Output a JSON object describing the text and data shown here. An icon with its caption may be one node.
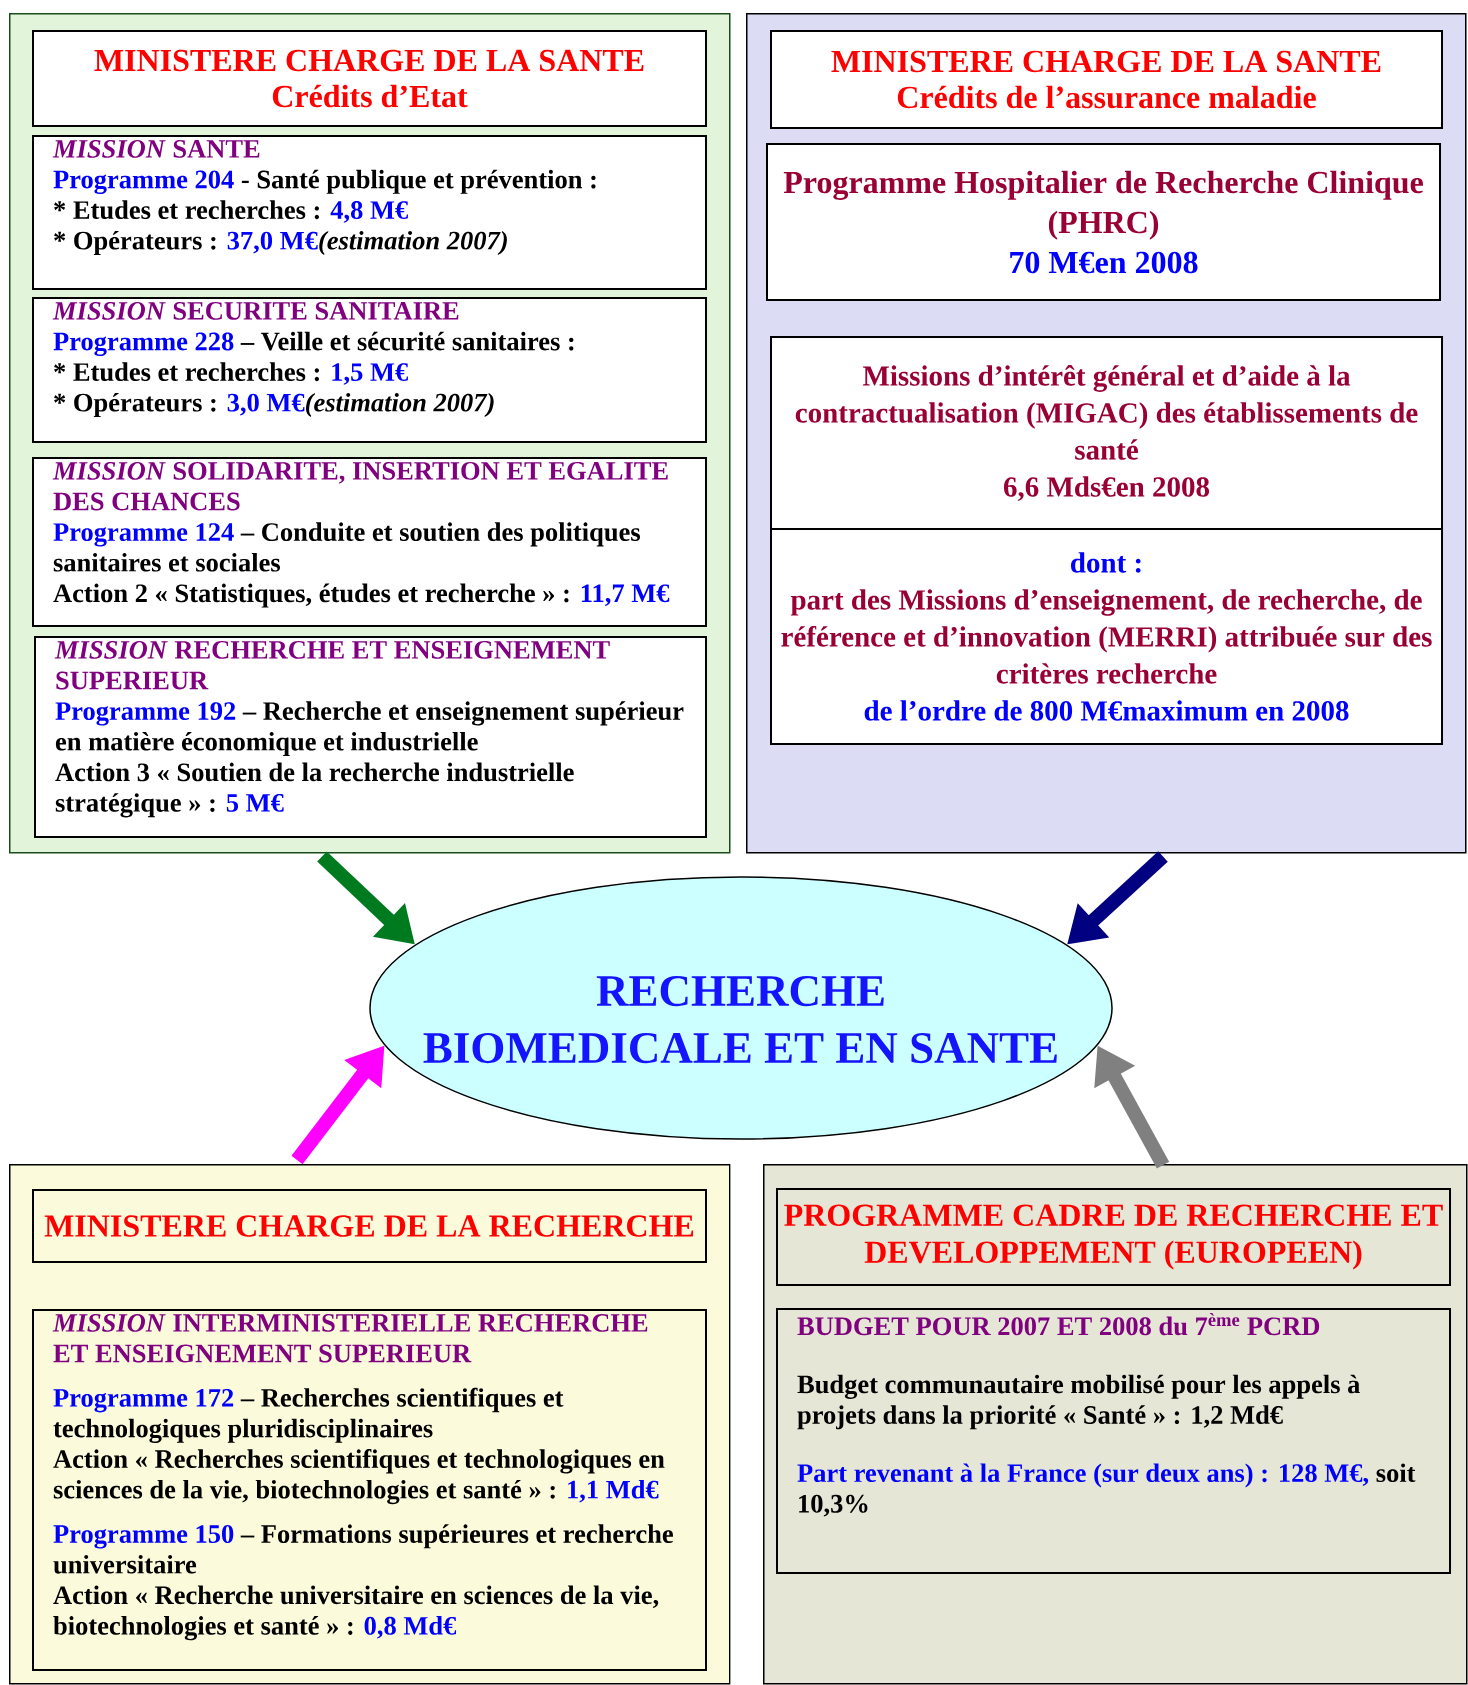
{
  "diagram": {
    "nodes": [
      {
        "text": [],
        "shape": "box"
      },
      {
        "text": [
          "MINISTERE CHARGE DE LA SANTE",
          "Crédits d’Etat"
        ],
        "in": 0
      },
      {
        "text": [
          "*MISSION* SANTE",
          "Programme 204",
          "- Santé publique et prévention :",
          "* Etudes et recherches :",
          "4,8 M€",
          "* Opérateurs :",
          "37,0 M€",
          "(estimation 2007)"
        ],
        "in": 0
      },
      {
        "text": [
          "*MISSION* SECURITE SANITAIRE",
          "Programme 228",
          "– Veille et sécurité sanitaires :",
          "* Etudes et recherches :",
          "1,5 M€",
          "* Opérateurs :",
          "3,0 M€",
          "(estimation 2007)"
        ],
        "in": 0
      },
      {
        "text": [
          "*MISSION* SOLIDARITE, INSERTION ET EGALITE DES CHANCES",
          "Programme 124",
          "– Conduite et soutien des politiques sanitaires et sociales",
          "Action 2 « Statistiques, études et recherche » :",
          "11,7 M€"
        ],
        "in": 0
      },
      {
        "text": [
          "*MISSION* RECHERCHE ET ENSEIGNEMENT SUPERIEUR",
          "Programme 192",
          "– Recherche et enseignement supérieur en matière économique et industrielle",
          "Action 3 « Soutien de la recherche industrielle stratégique » :",
          "5 M€"
        ],
        "in": 0
      },
      {
        "text": [],
        "shape": "box"
      },
      {
        "text": [
          "MINISTERE CHARGE DE LA SANTE",
          "Crédits de l’assurance maladie"
        ],
        "in": 6
      },
      {
        "text": [
          "Programme Hospitalier de Recherche Clinique (PHRC)",
          "70 M€en 2008"
        ],
        "in": 6
      },
      {
        "text": [
          "Missions d’intérêt général et d’aide à la contractualisation (MIGAC) des établissements de santé",
          "6,6 Mds€en 2008"
        ],
        "in": 6
      },
      {
        "text": [
          "dont :",
          "part des Missions d’enseignement, de recherche, de référence et d’innovation (MERRI) attribuée sur des critères recherche",
          "de l’ordre de 800 M€maximum en 2008"
        ],
        "in": 6
      },
      {
        "text": [
          "RECHERCHE BIOMEDICALE ET EN SANTE"
        ]
      },
      {
        "text": [],
        "shape": "box"
      },
      {
        "text": [
          "MINISTERE CHARGE DE LA RECHERCHE"
        ],
        "in": 12
      },
      {
        "text": [
          "*MISSION* INTERMINISTERIELLE RECHERCHE ET ENSEIGNEMENT SUPERIEUR",
          "Programme 172",
          "– Recherches scientifiques et technologiques pluridisciplinaires",
          "Action « Recherches scientifiques et technologiques en sciences de la vie, biotechnologies et santé » :",
          "1,1 Md€",
          "Programme 150",
          "– Formations supérieures et recherche universitaire",
          "Action « Recherche universitaire en sciences de la vie, biotechnologies et santé » :",
          "0,8 Md€"
        ],
        "in": 12
      },
      {
        "text": [],
        "shape": "box"
      },
      {
        "text": [
          "PROGRAMME CADRE DE RECHERCHE ET DEVELOPPEMENT (EUROPEEN)"
        ],
        "in": 15
      },
      {
        "text": [
          "BUDGET POUR 2007 ET 2008 du 7$^{ème}$ PCRD",
          "Budget communautaire mobilisé pour les appels à projets dans la priorité « Santé » : 1,2 Md€",
          "Part revenant à la France (sur deux ans) : 128 M€,",
          "soit 10,3%"
        ],
        "in": 15
      }
    ],
    "edges": [
      {
        "from": 0,
        "to": 11,
        "arrow": "to",
        "color": "#007a1f"
      },
      {
        "from": 6,
        "to": 11,
        "arrow": "to",
        "color": "#000080"
      },
      {
        "from": 12,
        "to": 11,
        "arrow": "to",
        "color": "#ff00ff"
      },
      {
        "from": 15,
        "to": 11,
        "arrow": "to",
        "color": "#808080"
      }
    ]
  }
}
